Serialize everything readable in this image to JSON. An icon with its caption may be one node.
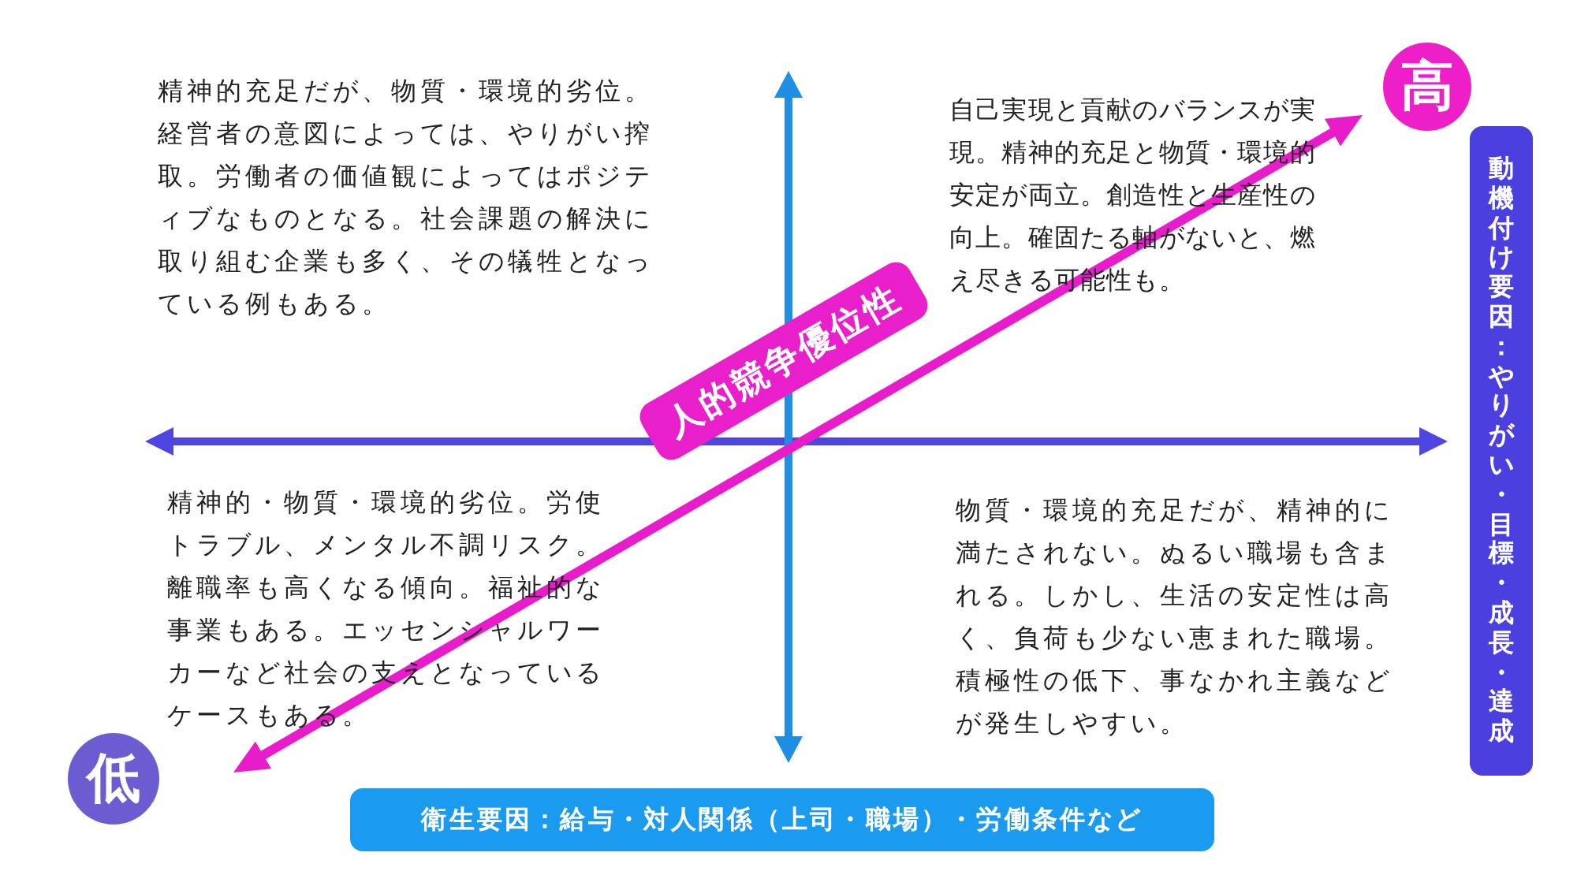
{
  "diagram": {
    "nodes": [
      {
        "text": [
          "高"
        ]
      },
      {
        "text": [
          "動機付け要因：やりがい・目標・成長・達成"
        ]
      },
      {
        "text": [
          "人的競争優位性"
        ]
      },
      {
        "text": [
          "低"
        ]
      },
      {
        "text": [
          "衛生要因：給与・対人関係（上司・職場）・労働条件など"
        ]
      }
    ],
    "labels": [
      "精神的充足だが、物質・環境的劣位。経営者の意図によっては、やりがい搾取。労働者の価値観によってはポジティブなものとなる。社会課題の解決に取り組む企業も多く、その犠牲となっている例もある。",
      "自己実現と貢献のバランスが実現。精神的充足と物質・環境的安定が両立。創造性と生産性の向上。確固たる軸がないと、燃え尽きる可能性も。",
      "精神的・物質・環境的劣位。労使トラブル、メンタル不調リスク。離職率も高くなる傾向。福祉的な事業もある。エッセンシャルワーカーなど社会の支えとなっているケースもある。",
      "物質・環境的充足だが、精神的に満たされない。ぬるい職場も含まれる。しかし、生活の安定性は高く、負荷も少ない恵まれた職場。積極性の低下、事なかれ主義などが発生しやすい。"
    ]
  }
}
